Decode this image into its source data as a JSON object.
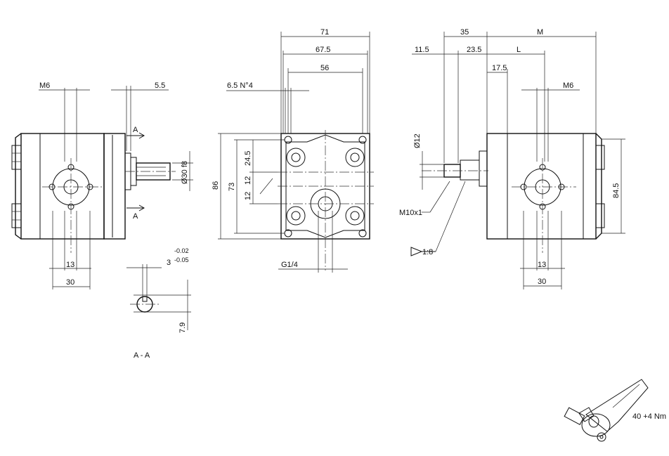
{
  "front_view": {
    "thread": "M6",
    "dim_5_5": "5.5",
    "section_mark": "A",
    "shaft_dia": "Ø30 f8",
    "dim_13": "13",
    "dim_30": "30"
  },
  "section_view": {
    "key_width": "3",
    "tol_upper": "-0.02",
    "tol_lower": "-0.05",
    "key_depth": "7.9",
    "label": "A - A"
  },
  "side_view": {
    "dim_71": "71",
    "dim_67_5": "67.5",
    "dim_56": "56",
    "holes": "6.5 N°4",
    "dim_86": "86",
    "dim_73": "73",
    "dim_24_5": "24.5",
    "dim_12a": "12",
    "dim_12b": "12",
    "port": "G1/4"
  },
  "rear_view": {
    "dim_35": "35",
    "dim_M": "M",
    "dim_11_5": "11.5",
    "dim_23_5": "23.5",
    "dim_L": "L",
    "dim_17_5": "17.5",
    "thread": "M6",
    "shaft_dia": "Ø12",
    "shaft_thread": "M10x1",
    "taper": "1:8",
    "dim_84_5": "84.5",
    "dim_13": "13",
    "dim_30": "30"
  },
  "torque": {
    "value": "40 +4 Nm"
  }
}
